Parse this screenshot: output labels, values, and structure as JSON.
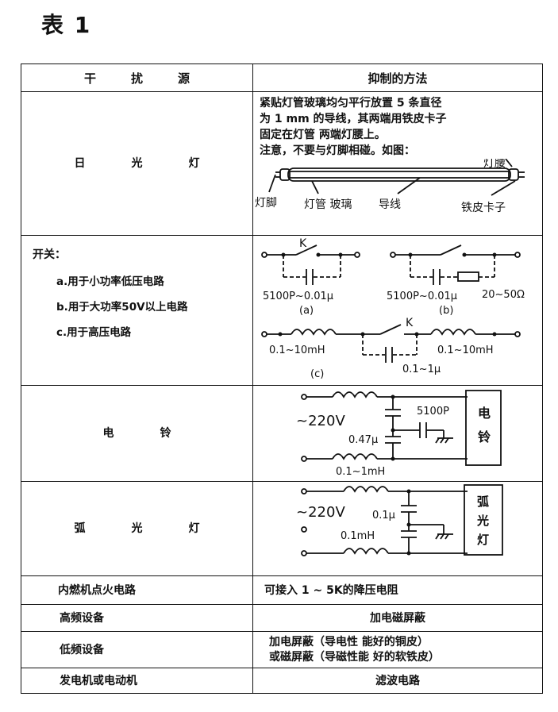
{
  "title": "表 1",
  "headers": {
    "source": "干扰源",
    "method": "抑制的方法"
  },
  "rows": {
    "fluorescent": {
      "source": "日光灯",
      "method_lines": [
        "紧贴灯管玻璃均匀平行放置 5 条直径",
        "为 1 mm 的导线，其两端用铁皮卡子",
        "固定在灯管 两端灯腰上。",
        "注意，不要与灯脚相碰。如图："
      ],
      "labels": {
        "waist": "灯腰",
        "foot": "灯脚",
        "glass": "灯管 玻璃",
        "wire": "导线",
        "clip": "铁皮卡子"
      }
    },
    "switch": {
      "source": "开关：",
      "items": [
        {
          "marker": "a",
          "text": "用于小功率低压电路"
        },
        {
          "marker": "b",
          "text": "用于大功率50V以上电路"
        },
        {
          "marker": "c",
          "text": "用于高压电路"
        }
      ],
      "diagram": {
        "k": "K",
        "a_cap": "5100P~0.01μ",
        "a_tag": "(a)",
        "b_cap": "5100P~0.01μ",
        "b_res": "20~50Ω",
        "b_tag": "(b)",
        "c_l1": "0.1~10mH",
        "c_l2": "0.1~10mH",
        "c_cap": "0.1~1μ",
        "c_tag": "(c)"
      }
    },
    "bell": {
      "source": "电铃",
      "voltage": "~220V",
      "c1": "5100P",
      "c2": "0.47μ",
      "l": "0.1~1mH",
      "box": "电铃"
    },
    "arc": {
      "source": "弧光灯",
      "voltage": "~220V",
      "c": "0.1μ",
      "l": "0.1mH",
      "box": "弧光灯"
    },
    "ignition": {
      "source": "内燃机点火电路",
      "method": "可接入 1 ~ 5K的降压电阻"
    },
    "hf": {
      "source": "高频设备",
      "method": "加电磁屏蔽"
    },
    "lf": {
      "source": "低频设备",
      "method_lines": [
        "加电屏蔽（导电性 能好的铜皮）",
        "或磁屏蔽（导磁性能 好的软铁皮）"
      ]
    },
    "motor": {
      "source": "发电机或电动机",
      "method": "滤波电路"
    }
  }
}
